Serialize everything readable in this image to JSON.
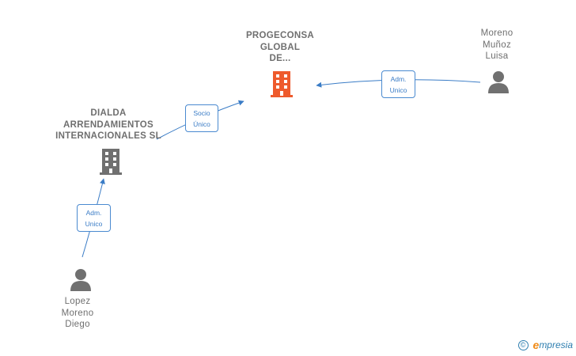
{
  "nodes": {
    "progeconsa": {
      "label_lines": [
        "PROGECONSA",
        "GLOBAL",
        "DE..."
      ],
      "type": "company",
      "icon": "building-icon",
      "color": "#ee5a2c"
    },
    "dialda": {
      "label_lines": [
        "DIALDA",
        "ARRENDAMIENTOS",
        "INTERNACIONALES SL"
      ],
      "type": "company",
      "icon": "building-icon",
      "color": "#707070"
    },
    "moreno": {
      "label_lines": [
        "Moreno",
        "Muñoz",
        "Luisa"
      ],
      "type": "person",
      "icon": "person-icon",
      "color": "#707070"
    },
    "lopez": {
      "label_lines": [
        "Lopez",
        "Moreno",
        "Diego"
      ],
      "type": "person",
      "icon": "person-icon",
      "color": "#707070"
    }
  },
  "edges": [
    {
      "from": "moreno",
      "to": "progeconsa",
      "label_lines": [
        "Adm.",
        "Unico"
      ]
    },
    {
      "from": "dialda",
      "to": "progeconsa",
      "label_lines": [
        "Socio",
        "Único"
      ]
    },
    {
      "from": "lopez",
      "to": "dialda",
      "label_lines": [
        "Adm.",
        "Unico"
      ]
    }
  ],
  "colors": {
    "edge": "#3a7cc6",
    "label_text": "#6f6f6f"
  },
  "footer": {
    "copyright_symbol": "©",
    "brand_first": "e",
    "brand_rest": "mpresia"
  }
}
